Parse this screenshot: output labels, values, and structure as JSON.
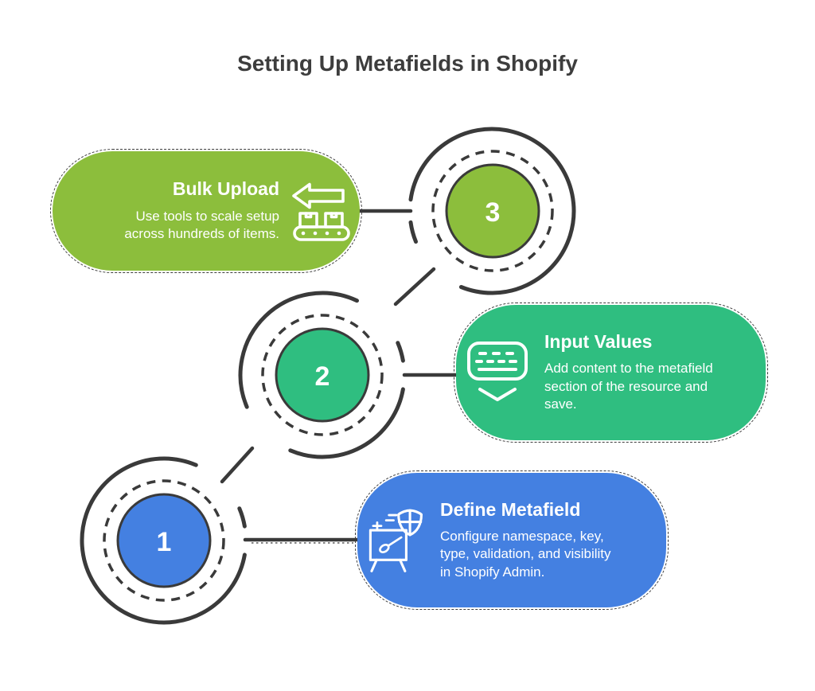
{
  "title": "Setting Up Metafields in Shopify",
  "colors": {
    "ink": "#3A3A3A",
    "step1_blue": "#4480E1",
    "step2_teal": "#2FBE80",
    "step3_green": "#8CBE3C",
    "card_text": "#FFFFFF"
  },
  "steps": [
    {
      "number": "1",
      "heading": "Define Metafield",
      "body": "Configure namespace, key, type, validation, and visibility in Shopify Admin.",
      "icon": "easel-paintbrush-shield-icon",
      "accent": "#4480E1"
    },
    {
      "number": "2",
      "heading": "Input Values",
      "body": "Add content to the metafield section of the resource and save.",
      "icon": "keyboard-icon",
      "accent": "#2FBE80"
    },
    {
      "number": "3",
      "heading": "Bulk Upload",
      "body": "Use tools to scale setup across hundreds of items.",
      "icon": "conveyor-belt-arrow-icon",
      "accent": "#8CBE3C"
    }
  ]
}
